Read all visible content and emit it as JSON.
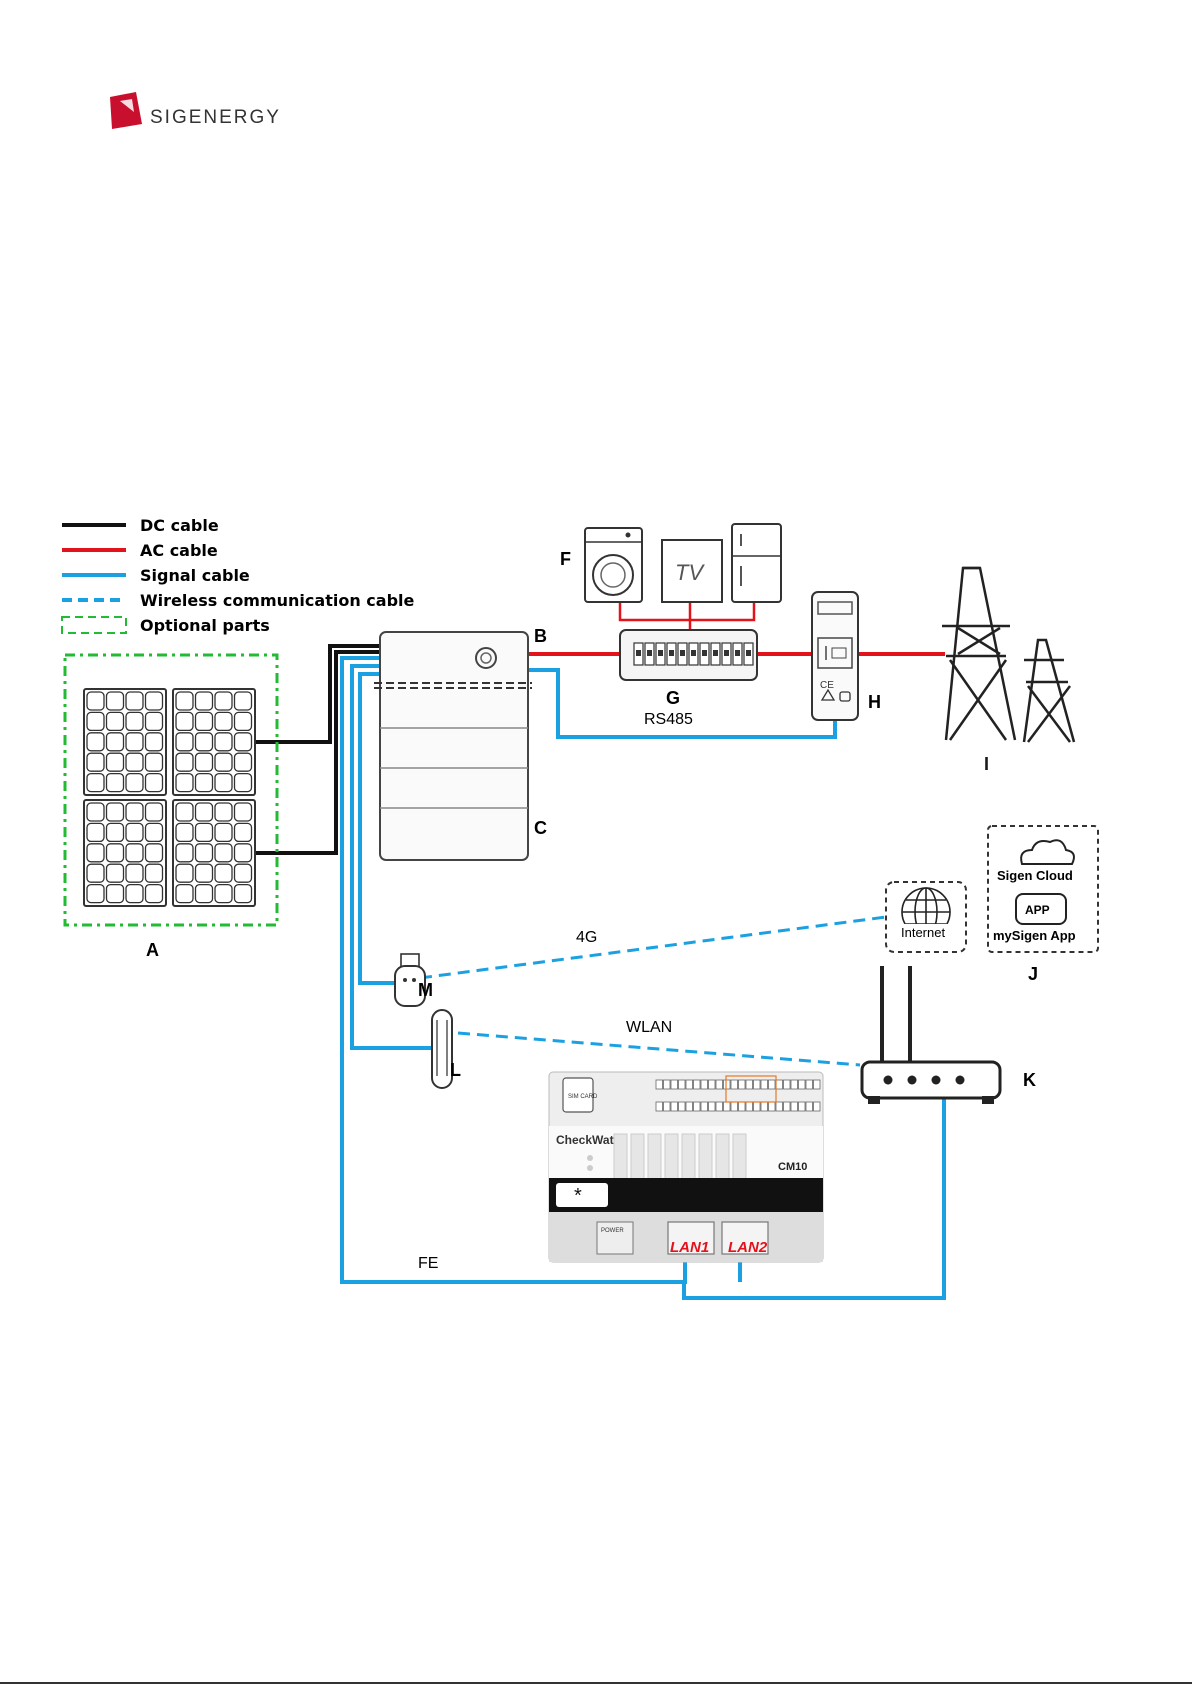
{
  "header": {
    "logo_text": "SIGENERGY"
  },
  "legend": [
    {
      "label": "DC cable",
      "color": "#111111",
      "style": "solid"
    },
    {
      "label": "AC cable",
      "color": "#e3131b",
      "style": "solid"
    },
    {
      "label": "Signal cable",
      "color": "#1ba1e2",
      "style": "solid"
    },
    {
      "label": "Wireless communication cable",
      "color": "#1ba1e2",
      "style": "dashed"
    },
    {
      "label": "Optional parts",
      "color": "#22bb33",
      "style": "dashed-box"
    }
  ],
  "components": {
    "A": "A",
    "B": "B",
    "C": "C",
    "F": "F",
    "G": "G",
    "H": "H",
    "I": "I",
    "J": "J",
    "K": "K",
    "L": "L",
    "M": "M"
  },
  "connection_labels": {
    "rs485": "RS485",
    "g4": "4G",
    "wlan": "WLAN",
    "fe": "FE"
  },
  "cloud": {
    "sigen_cloud": "Sigen Cloud",
    "app_icon": "APP",
    "mysigen_app": "mySigen App",
    "internet": "Internet"
  },
  "tv_label": "TV",
  "checkwatt": {
    "brand": "CheckWatt",
    "model": "CM10",
    "lan1": "LAN1",
    "lan2": "LAN2",
    "sim": "SIM CARD",
    "power": "POWER"
  },
  "colors": {
    "dc": "#111111",
    "ac": "#e3131b",
    "signal": "#1ba1e2",
    "optional": "#22bb33",
    "logo_red": "#c8102e"
  }
}
